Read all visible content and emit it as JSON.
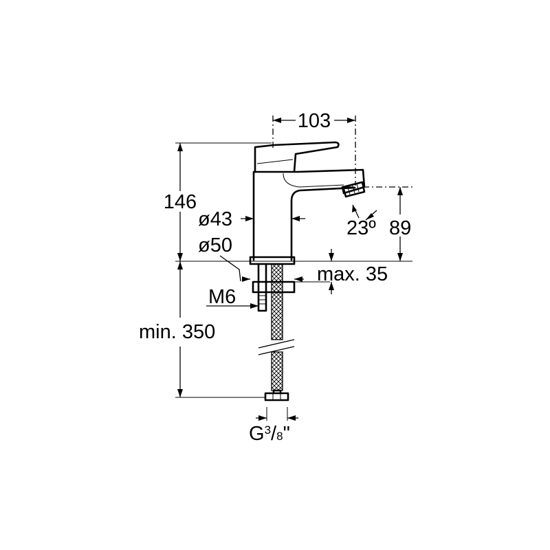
{
  "dimensions": {
    "width_103": "103",
    "height_146": "146",
    "dia_43": "ø43",
    "dia_50": "ø50",
    "thread_m6": "M6",
    "min_350": "min. 350",
    "max_35": "max. 35",
    "angle_23": "23º",
    "height_89": "89",
    "g_prefix": "G",
    "g_num": "3",
    "g_slash": "/",
    "g_den": "8",
    "g_quote": "\""
  }
}
